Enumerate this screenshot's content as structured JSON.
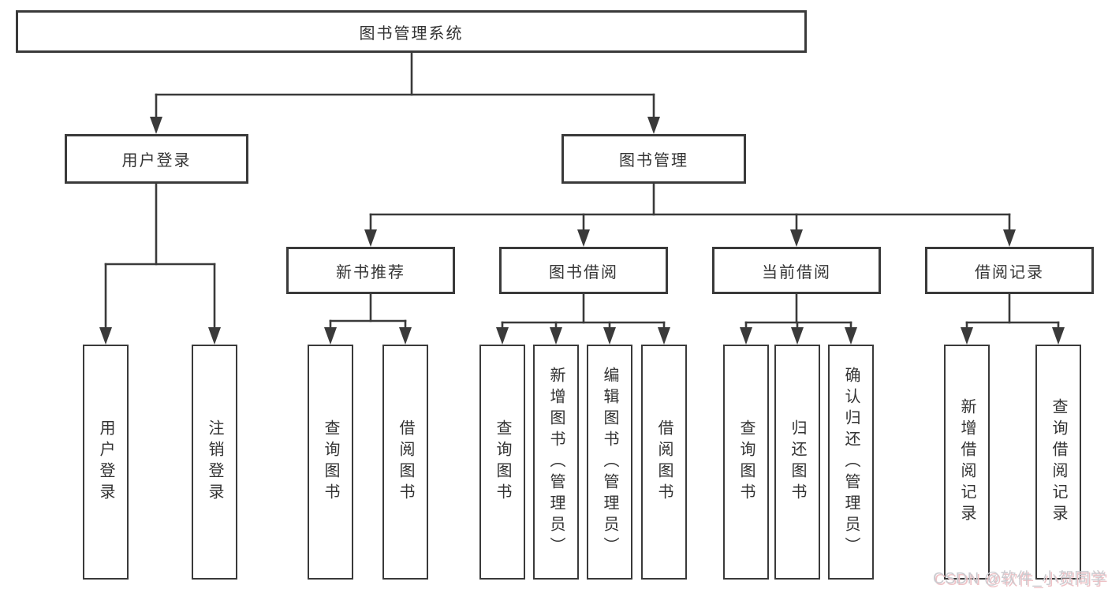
{
  "diagram": {
    "watermark": "CSDN @软件_小贺同学",
    "colors": {
      "line": "#3a3a3a",
      "box_border": "#3a3a3a",
      "box_background": "#ffffff",
      "text": "#333333",
      "watermark_text": "#cbcbd0",
      "watermark_shadow": "#eec2c6"
    },
    "nodes": {
      "root": {
        "label": "图书管理系统"
      },
      "level2": [
        {
          "label": "用户登录",
          "parent": "图书管理系统"
        },
        {
          "label": "图书管理",
          "parent": "图书管理系统"
        }
      ],
      "level3": [
        {
          "label": "新书推荐",
          "parent": "图书管理"
        },
        {
          "label": "图书借阅",
          "parent": "图书管理"
        },
        {
          "label": "当前借阅",
          "parent": "图书管理"
        },
        {
          "label": "借阅记录",
          "parent": "图书管理"
        }
      ],
      "leaves": [
        {
          "label": "用户登录",
          "parent": "用户登录"
        },
        {
          "label": "注销登录",
          "parent": "用户登录"
        },
        {
          "label": "查询图书",
          "parent": "新书推荐"
        },
        {
          "label": "借阅图书",
          "parent": "新书推荐"
        },
        {
          "label": "查询图书",
          "parent": "图书借阅"
        },
        {
          "label": "新增图书（管理员）",
          "parent": "图书借阅"
        },
        {
          "label": "编辑图书（管理员）",
          "parent": "图书借阅"
        },
        {
          "label": "借阅图书",
          "parent": "图书借阅"
        },
        {
          "label": "查询图书",
          "parent": "当前借阅"
        },
        {
          "label": "归还图书",
          "parent": "当前借阅"
        },
        {
          "label": "确认归还（管理员）",
          "parent": "当前借阅"
        },
        {
          "label": "新增借阅记录",
          "parent": "借阅记录"
        },
        {
          "label": "查询借阅记录",
          "parent": "借阅记录"
        }
      ]
    }
  }
}
